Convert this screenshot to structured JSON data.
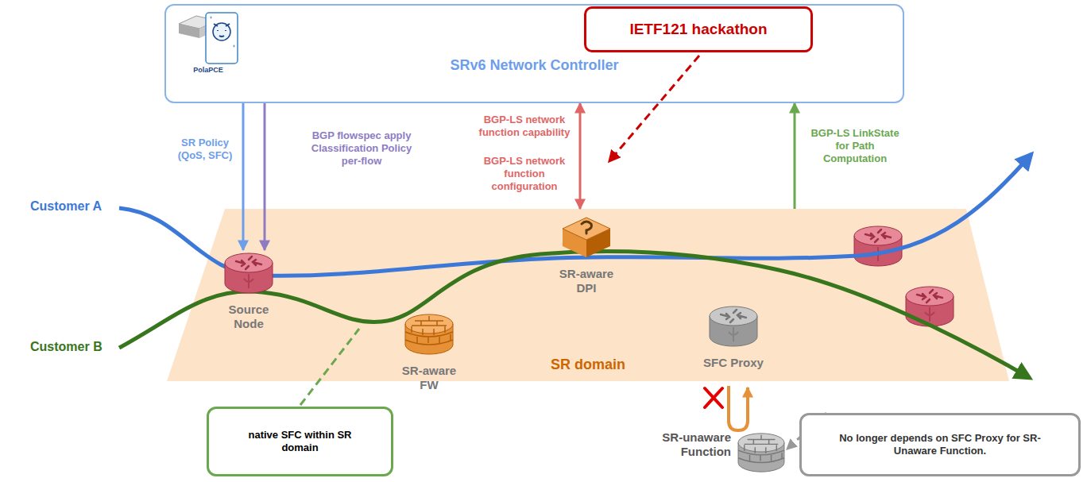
{
  "diagram": {
    "nodes": [
      {
        "text": [
          "SRv6 Network Controller"
        ]
      },
      {
        "text": [
          "PolaPCE"
        ],
        "in": 0
      },
      {
        "text": [
          "IETF121 hackathon"
        ]
      },
      {
        "text": [
          "SR domain"
        ]
      },
      {
        "text": [
          "Source Node"
        ],
        "in": 3
      },
      {
        "text": [
          "SR-aware FW"
        ],
        "in": 3
      },
      {
        "text": [
          "SR-aware DPI"
        ],
        "in": 3
      },
      {
        "text": [
          "SFC Proxy"
        ],
        "in": 3
      },
      {
        "text": [
          "SR-unaware Function"
        ]
      },
      {
        "text": [
          "native SFC within SR domain"
        ]
      },
      {
        "text": [
          "No longer depends on SFC Proxy for SR-Unaware Function."
        ]
      }
    ],
    "edges": [
      {
        "from": 0,
        "to": 4,
        "arrow": "to",
        "label": "SR Policy (QoS, SFC)"
      },
      {
        "from": 0,
        "to": 4,
        "arrow": "to",
        "label": "BGP flowspec apply Classification Policy per-flow"
      },
      {
        "from": 0,
        "to": 3,
        "arrow": "both",
        "label": "BGP-LS network function capability"
      },
      {
        "from": 3,
        "to": 0,
        "arrow": "to",
        "label": "BGP-LS LinkState for Path Computation"
      },
      {
        "from": 10,
        "to": 8,
        "arrow": "to"
      }
    ],
    "labels": [
      "BGP-LS network function configuration",
      "Customer A",
      "Customer B"
    ]
  }
}
